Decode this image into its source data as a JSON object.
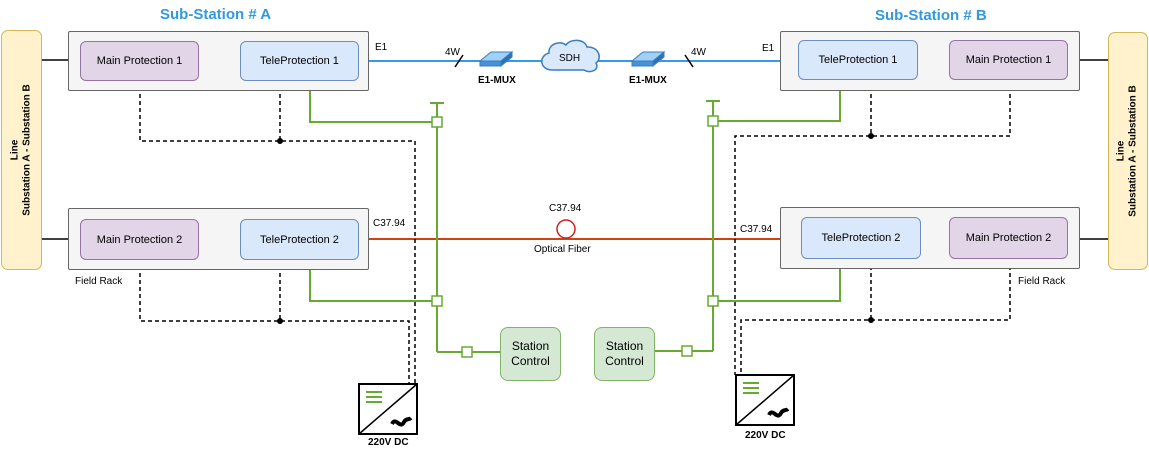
{
  "titles": {
    "left": "Sub-Station # A",
    "right": "Sub-Station # B"
  },
  "line_end": {
    "line1": "Line",
    "line2": "Substation A - Substation B"
  },
  "blocks": {
    "mp1": "Main Protection 1",
    "mp2": "Main Protection 2",
    "tp1": "TeleProtection 1",
    "tp2": "TeleProtection 2",
    "station_control_1": "Station",
    "station_control_2": "Control"
  },
  "labels": {
    "e1": "E1",
    "four_w": "4W",
    "e1_mux": "E1-MUX",
    "sdh": "SDH",
    "c3794": "C37.94",
    "optical_fiber": "Optical Fiber",
    "field_rack": "Field Rack",
    "dc": "220V DC"
  },
  "colors": {
    "title": "#3399dd",
    "e1_link": "#3399ee",
    "fiber_link": "#cc4411",
    "control_link": "#66aa33",
    "main_protection_fill": "#e1d5e7",
    "teleprotection_fill": "#dae8fc",
    "station_control_fill": "#d5e8d4",
    "line_fill": "#fff2cc",
    "rack_fill": "#f5f5f5"
  }
}
